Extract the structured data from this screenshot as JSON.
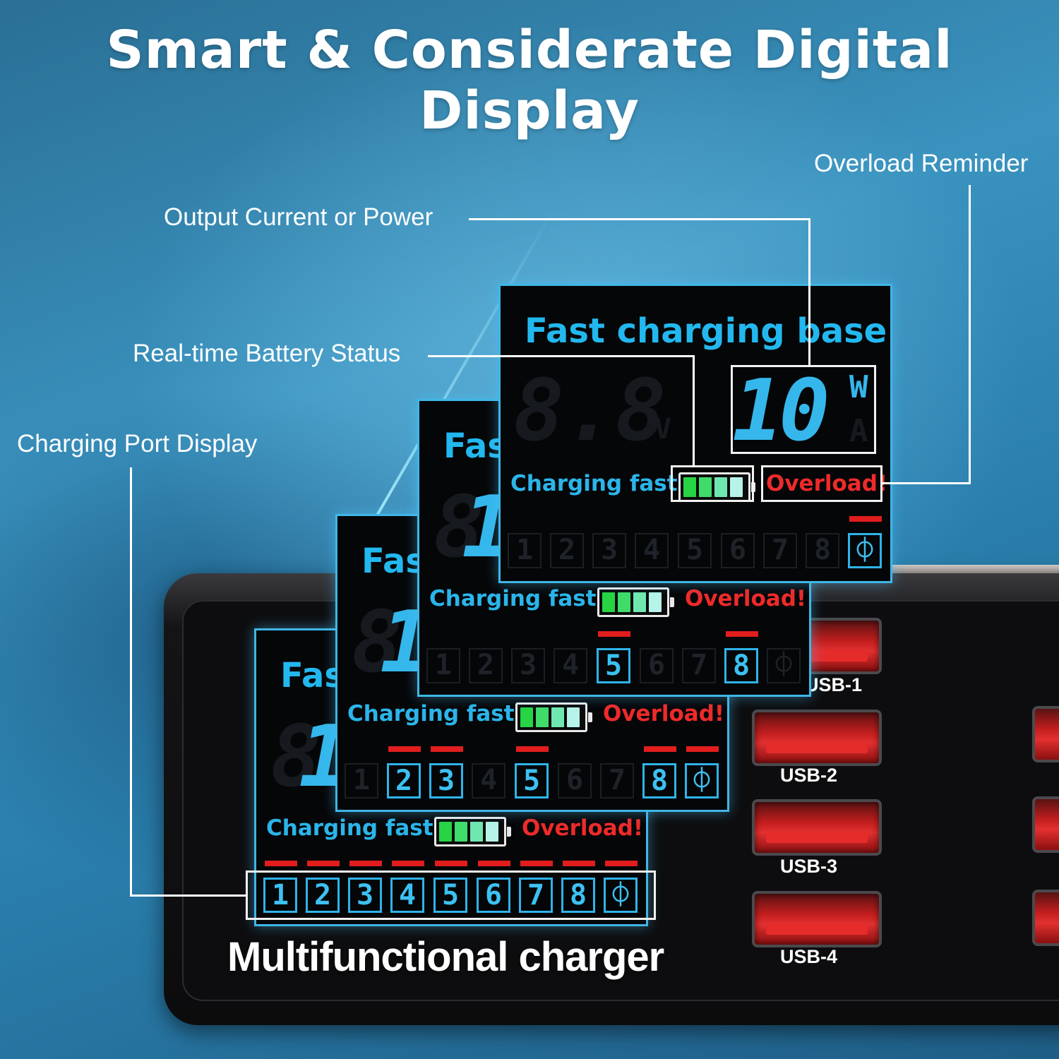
{
  "headline": "Smart & Considerate Digital Display",
  "callouts": {
    "overload_reminder": "Overload Reminder",
    "output_current": "Output Current or Power",
    "battery_status": "Real-time Battery Status",
    "port_display": "Charging Port Display"
  },
  "device": {
    "label": "Multifunctional charger",
    "usb_ports": [
      "USB-1",
      "USB-2",
      "USB-3",
      "USB-4"
    ]
  },
  "panels": {
    "title": "Fast charging base",
    "title_cut": "Fas",
    "charging_text": "Charging fast",
    "overload_text": "Overload!",
    "power_value": "10",
    "power_unit_watts": "W",
    "power_unit_amps": "A",
    "voltage_unit": "V",
    "ghost_digits": "8.8",
    "port_digit": "1",
    "port_numbers": [
      "1",
      "2",
      "3",
      "4",
      "5",
      "6",
      "7",
      "8"
    ],
    "wireless_symbol": "⏀"
  },
  "colors": {
    "accent_blue": "#35b7ec",
    "warning_red": "#ee2a2a",
    "battery_green": "#2bd64a"
  }
}
